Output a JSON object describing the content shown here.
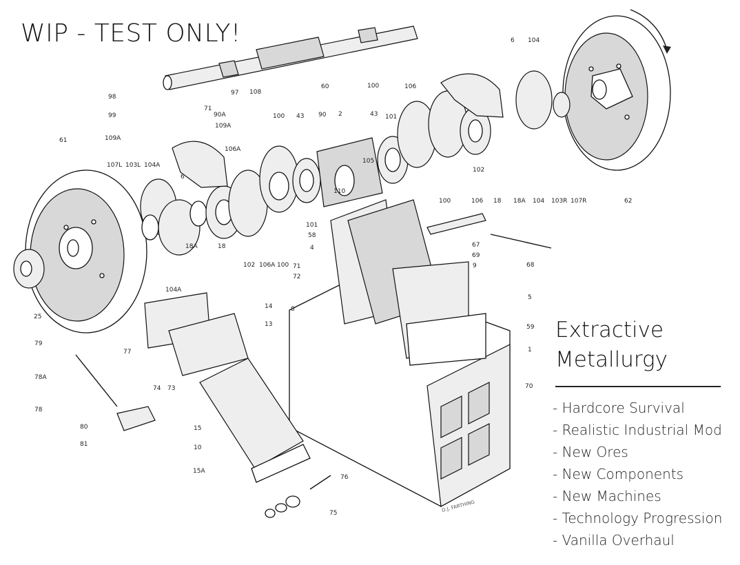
{
  "watermark": "WIP - TEST ONLY!",
  "title": {
    "line1": "Extractive",
    "line2": "Metallurgy"
  },
  "features": [
    "- Hardcore Survival",
    "- Realistic Industrial Mod",
    "- New Ores",
    "- New Components",
    "- New Machines",
    "- Technology Progression",
    "- Vanilla Overhaul"
  ],
  "diagram": {
    "description": "Exploded view of jaw crusher",
    "signature": "D.J. FARTHING",
    "part_labels": [
      "60",
      "98",
      "97",
      "108",
      "99",
      "71",
      "90A",
      "109A",
      "109A",
      "100",
      "43",
      "90",
      "2",
      "43",
      "101",
      "100",
      "106",
      "6",
      "104",
      "61",
      "107L",
      "103L",
      "104A",
      "6",
      "106A",
      "105",
      "110",
      "102",
      "106",
      "18",
      "18A",
      "104",
      "103R",
      "107R",
      "62",
      "100",
      "18A",
      "18",
      "102",
      "106A",
      "100",
      "101",
      "58",
      "4",
      "67",
      "68",
      "71",
      "72",
      "69",
      "9",
      "8",
      "5",
      "59",
      "1",
      "104A",
      "25",
      "14",
      "13",
      "79",
      "77",
      "78A",
      "74",
      "73",
      "70",
      "78",
      "80",
      "81",
      "15",
      "10",
      "15A",
      "76",
      "75"
    ]
  }
}
